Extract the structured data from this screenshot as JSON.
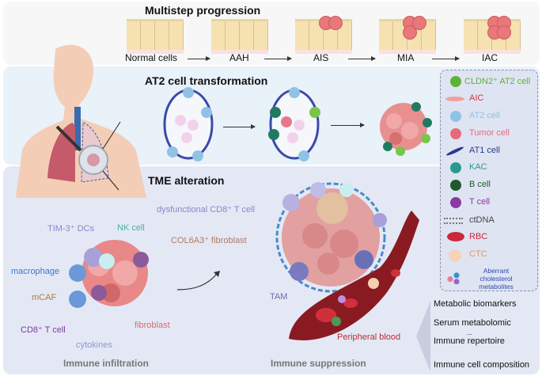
{
  "multistep": {
    "title": "Multistep progression",
    "stages": [
      "Normal cells",
      "AAH",
      "AIS",
      "MIA",
      "IAC"
    ]
  },
  "at2": {
    "title": "AT2 cell transformation"
  },
  "tme": {
    "title": "TME alteration",
    "infiltration": {
      "title": "Immune infiltration",
      "labels": {
        "tim3_dcs": "TIM-3⁺ DCs",
        "nk_cell": "NK cell",
        "macrophage": "macrophage",
        "mcaf": "mCAF",
        "cd8_t_cell": "CD8⁺ T cell",
        "fibroblast": "fibroblast",
        "cytokines": "cytokines"
      }
    },
    "suppression": {
      "title": "Immune suppression",
      "labels": {
        "dysfunctional_cd8": "dysfunctional CD8⁺ T cell",
        "col6a3_fibroblast": "COL6A3⁺ fibroblast",
        "tam": "TAM",
        "peripheral_blood": "Peripheral blood"
      }
    }
  },
  "legend": {
    "items": [
      {
        "label": "CLDN2⁺ AT2 cell",
        "color": "#5cb33a",
        "icon": "cldn2-at2-cell-icon"
      },
      {
        "label": "AIC",
        "color": "#d0334a",
        "icon": "aic-icon"
      },
      {
        "label": "AT2 cell",
        "color": "#8ec3e6",
        "icon": "at2-cell-icon"
      },
      {
        "label": "Tumor cell",
        "color": "#e86a78",
        "icon": "tumor-cell-icon"
      },
      {
        "label": "AT1 cell",
        "color": "#2a3a8c",
        "icon": "at1-cell-icon"
      },
      {
        "label": "KAC",
        "color": "#2a9a8c",
        "icon": "kac-icon"
      },
      {
        "label": "B cell",
        "color": "#1f5a2a",
        "icon": "b-cell-icon"
      },
      {
        "label": "T cell",
        "color": "#8a3aa0",
        "icon": "t-cell-icon"
      },
      {
        "label": "ctDNA",
        "color": "#444444",
        "icon": "ctdna-icon"
      },
      {
        "label": "RBC",
        "color": "#c8283a",
        "icon": "rbc-icon"
      },
      {
        "label": "CTC",
        "color": "#e8956a",
        "icon": "ctc-icon"
      },
      {
        "label": "Aberrant cholesterol metabolites",
        "color": "#2a4ab0",
        "icon": "cholesterol-metabolites-icon"
      }
    ]
  },
  "biomarkers": {
    "items": [
      "Metabolic biomarkers",
      "Serum metabolomic",
      "...",
      "Immune repertoire",
      "Immune cell composition"
    ]
  }
}
